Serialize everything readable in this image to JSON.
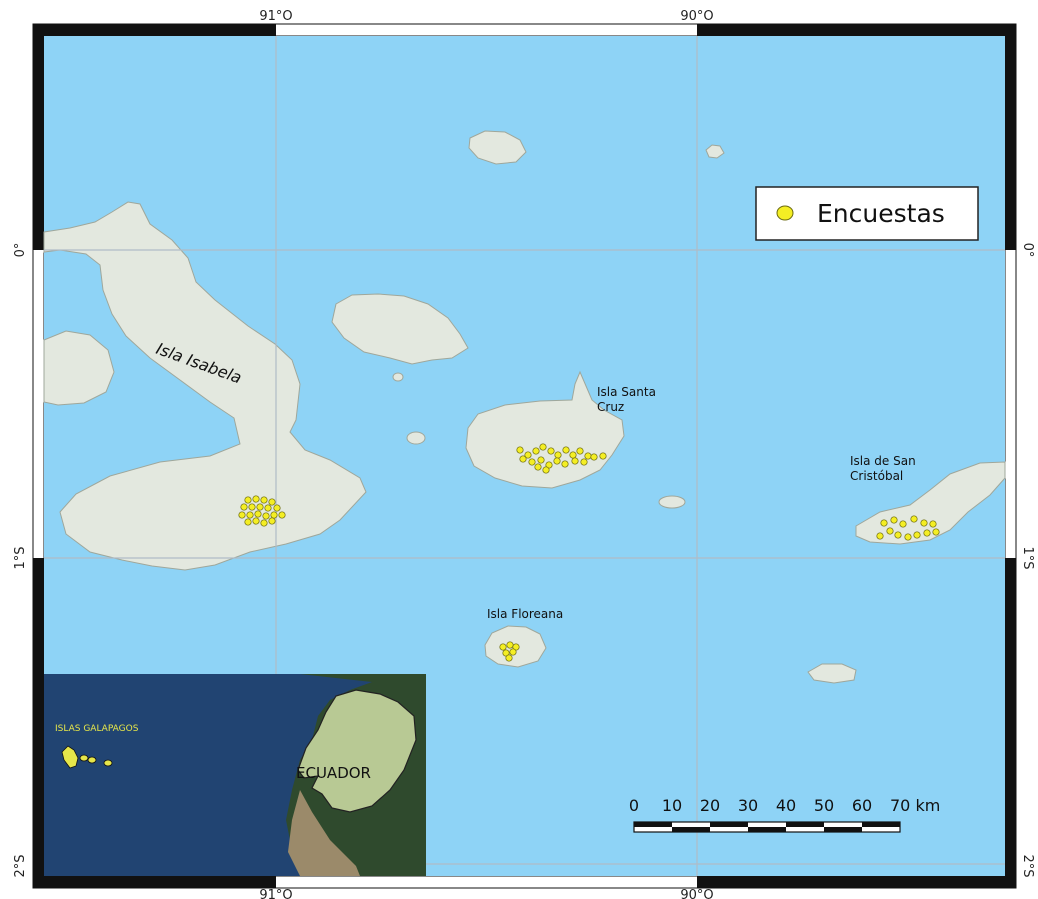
{
  "map": {
    "longitude_ticks": [
      "91°O",
      "90°O"
    ],
    "latitude_ticks": [
      "0°",
      "1°S",
      "2°S"
    ],
    "colors": {
      "sea": "#8ed3f6",
      "land": "#e3e8df",
      "frame": "#111111",
      "survey_point": "#f4ee24"
    },
    "islands": [
      {
        "id": "isabela",
        "label": "Isla Isabela"
      },
      {
        "id": "santa-cruz",
        "label_line1": "Isla Santa",
        "label_line2": "Cruz"
      },
      {
        "id": "san-cristobal",
        "label_line1": "Isla de San",
        "label_line2": "Cristóbal"
      },
      {
        "id": "floreana",
        "label": "Isla Floreana"
      }
    ],
    "legend": {
      "symbol": "yellow-circle",
      "label": "Encuestas"
    },
    "scale_bar": {
      "ticks": [
        "0",
        "10",
        "20",
        "30",
        "40",
        "50",
        "60",
        "70 km"
      ]
    },
    "inset": {
      "region_label": "ISLAS GALAPAGOS",
      "country_label": "ECUADOR"
    }
  }
}
